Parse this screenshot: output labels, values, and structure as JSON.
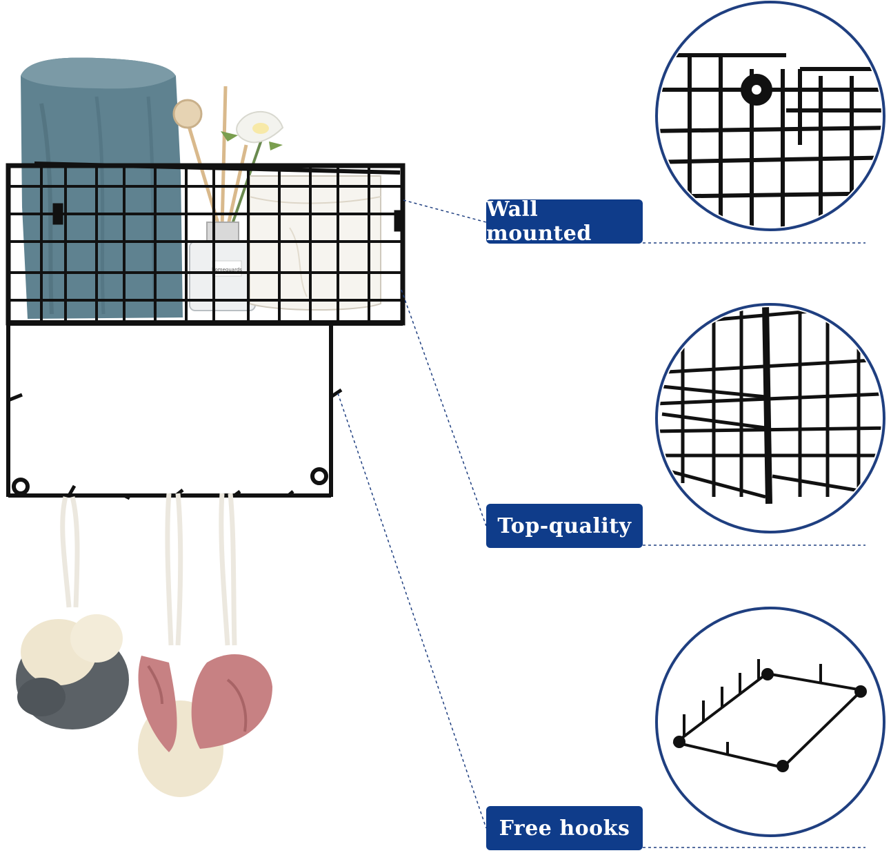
{
  "features": [
    {
      "label": "Wall mounted",
      "detail_icon": "wall-bracket-closeup"
    },
    {
      "label": "Top-quality",
      "detail_icon": "welded-wire-corner-closeup"
    },
    {
      "label": "Free hooks",
      "detail_icon": "hook-frame-closeup"
    }
  ],
  "product_photo": {
    "depicts": "wire basket shelf with towel rack and hooks",
    "jar_label": "homeguards"
  },
  "colors": {
    "label_bg": "#0f3c8a",
    "circle_border": "#1f3f80",
    "wire": "#111111",
    "towel": "#5f8290",
    "pink_loofah": "#c78183",
    "cream_loofah": "#efe6cf",
    "grey_loofah": "#5b6166"
  }
}
